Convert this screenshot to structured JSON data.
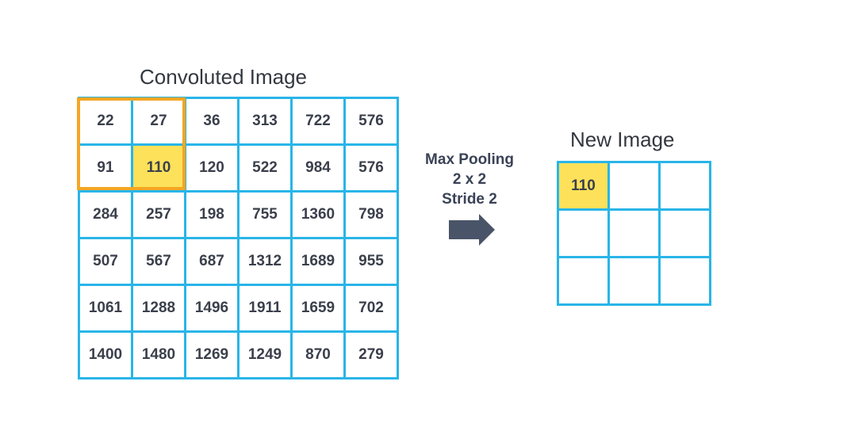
{
  "conv_title": "Convoluted Image",
  "new_title": "New Image",
  "operation": {
    "line1": "Max Pooling",
    "line2": "2 x 2",
    "line3": "Stride 2"
  },
  "conv_grid": [
    [
      "22",
      "27",
      "36",
      "313",
      "722",
      "576"
    ],
    [
      "91",
      "110",
      "120",
      "522",
      "984",
      "576"
    ],
    [
      "284",
      "257",
      "198",
      "755",
      "1360",
      "798"
    ],
    [
      "507",
      "567",
      "687",
      "1312",
      "1689",
      "955"
    ],
    [
      "1061",
      "1288",
      "1496",
      "1911",
      "1659",
      "702"
    ],
    [
      "1400",
      "1480",
      "1269",
      "1249",
      "870",
      "279"
    ]
  ],
  "new_grid": [
    [
      "110",
      "",
      ""
    ],
    [
      "",
      "",
      ""
    ],
    [
      "",
      "",
      ""
    ]
  ],
  "colors": {
    "grid_line": "#29b5e8",
    "highlight": "#fde15a",
    "window": "#f5a623",
    "arrow": "#4a5468",
    "text": "#3a3f4b"
  }
}
